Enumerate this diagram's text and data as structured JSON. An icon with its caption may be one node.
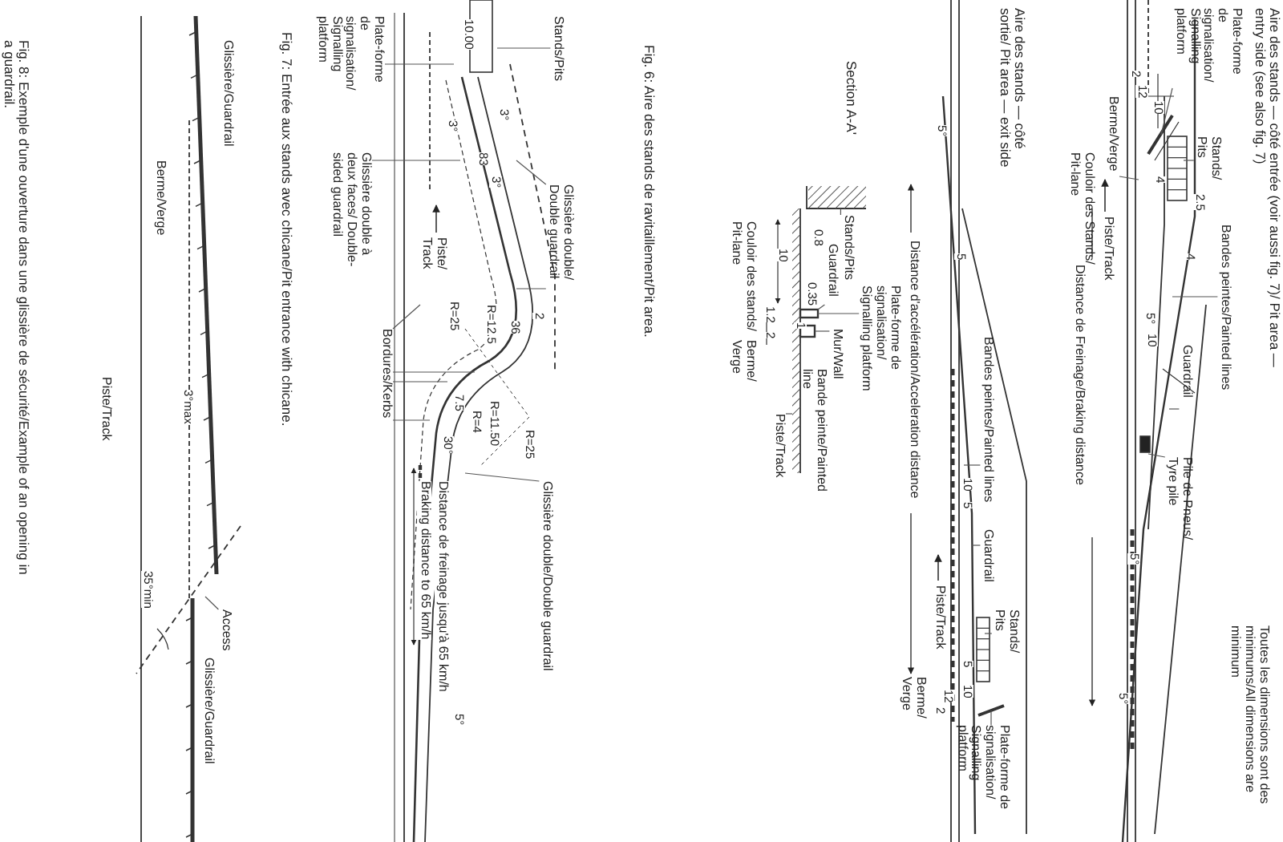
{
  "diagram": {
    "nodes": [
      {
        "text": [
          "Plate-forme de signalisation/ Signalling platform"
        ]
      },
      {
        "text": [
          "Stands/ Pits"
        ]
      },
      {
        "text": [
          "Bandes peintes/Painted lines"
        ]
      },
      {
        "text": [
          "Guardrail"
        ]
      },
      {
        "text": [
          "Pile de Pneus/ Tyre pile"
        ]
      },
      {
        "text": [
          "Berme/Verge"
        ]
      },
      {
        "text": [
          "Plate-forme de signalisation/ Signalling platform"
        ]
      },
      {
        "text": [
          "Bandes peintes/Painted lines"
        ]
      },
      {
        "text": [
          "Guardrail"
        ]
      },
      {
        "text": [
          "Stands/ Pits"
        ]
      },
      {
        "text": [
          "Stands/Pits"
        ]
      },
      {
        "text": [
          "Plate-forme de signalisation/ Signalling platform"
        ]
      },
      {
        "text": [
          "Guardrail"
        ]
      },
      {
        "text": [
          "Mur/Wall"
        ]
      },
      {
        "text": [
          "Bande peinte/Painted line"
        ]
      },
      {
        "text": [
          "Piste/Track"
        ]
      },
      {
        "text": [
          "Stands/Pits"
        ]
      },
      {
        "text": [
          "Glissière double/ Double guardrail"
        ]
      },
      {
        "text": [
          "Plate-forme de signalisation/ Signalling platform"
        ]
      },
      {
        "text": [
          "Glissière double à deux faces/ Double-sided guardrail"
        ]
      },
      {
        "text": [
          "Bordures/Kerbs"
        ]
      },
      {
        "text": [
          "Glissière double/Double guardrail"
        ]
      },
      {
        "text": [
          "Access"
        ]
      },
      {
        "text": [],
        "shape": "bar"
      },
      {
        "text": [],
        "shape": "box"
      },
      {
        "text": [],
        "shape": "box"
      },
      {
        "text": [],
        "shape": "bar"
      }
    ],
    "edges": [
      {
        "from": 0,
        "to": null,
        "arrow": "none"
      },
      {
        "from": 1,
        "to": null,
        "arrow": "none"
      },
      {
        "from": 2,
        "to": null,
        "arrow": "none"
      },
      {
        "from": 3,
        "to": null,
        "arrow": "none"
      },
      {
        "from": 4,
        "to": null,
        "arrow": "none"
      },
      {
        "from": 5,
        "to": null,
        "arrow": "none"
      },
      {
        "from": 6,
        "to": null,
        "arrow": "none"
      },
      {
        "from": 7,
        "to": null,
        "arrow": "none"
      },
      {
        "from": 8,
        "to": null,
        "arrow": "none"
      },
      {
        "from": 9,
        "to": null,
        "arrow": "none"
      },
      {
        "from": 10,
        "to": 23,
        "arrow": "none"
      },
      {
        "from": 11,
        "to": 24,
        "arrow": "none"
      },
      {
        "from": 12,
        "to": 24,
        "arrow": "none"
      },
      {
        "from": 13,
        "to": 25,
        "arrow": "none"
      },
      {
        "from": 14,
        "to": 26,
        "arrow": "none"
      },
      {
        "from": 15,
        "to": 26,
        "arrow": "none"
      },
      {
        "from": 16,
        "to": null,
        "arrow": "none"
      },
      {
        "from": 17,
        "to": null,
        "arrow": "none"
      },
      {
        "from": 17,
        "to": null,
        "arrow": "none"
      },
      {
        "from": 18,
        "to": null,
        "arrow": "none"
      },
      {
        "from": 19,
        "to": null,
        "arrow": "none"
      },
      {
        "from": 20,
        "to": null,
        "arrow": "none"
      },
      {
        "from": 20,
        "to": null,
        "arrow": "none"
      },
      {
        "from": 20,
        "to": null,
        "arrow": "none"
      },
      {
        "from": 20,
        "to": null,
        "arrow": "none"
      },
      {
        "from": 21,
        "to": null,
        "arrow": "none"
      },
      {
        "from": 22,
        "to": null,
        "arrow": "none"
      }
    ],
    "labels": [
      "Aire des stands — côté entrée (voir aussi fig. 7)/ Pit area — entry side (see also fig. 7)",
      "2",
      "12",
      "10",
      "4",
      "2.5",
      "4",
      "5°",
      "10",
      "Couloir des Stands/ Pit-lane",
      "Piste/Track",
      "Distance de Freinage/Braking distance",
      "5°",
      "5°",
      "Toutes les dimensions sont des minimums/All dimensions are minimum",
      "Aire des stands — côté sortie/ Pit area — exit side",
      "5°",
      "5",
      "Distance d'accélération/Acceleration distance",
      "10",
      "5",
      "5",
      "10",
      "12",
      "2",
      "Piste/Track",
      "Berme/ Verge",
      "Section A-A'",
      "0.8",
      "0.35",
      "1",
      "10",
      "1.2",
      "2",
      "Couloir des stands/ Pit-lane",
      "Berme/ Verge",
      "Fig. 6: Aire des stands de ravitaillement/Pit area.",
      "10.00",
      "3°",
      "83",
      "3°",
      "3°",
      "Piste/ Track",
      "R=25",
      "R=12.5",
      "36",
      "2",
      "7.5",
      "R=4",
      "R=11.50",
      "R=25",
      "30°",
      "Distance de freinage jusqu'à 65 km/h",
      "Braking distance to 65 km/h",
      "5°",
      "Fig. 7: Entrée aux stands avec chicane/Pit entrance with chicane.",
      "Glissière/Guardrail",
      "Berme/Verge",
      "3°max",
      "Piste/Track",
      "35°min",
      "Glissière/Guardrail",
      "Fig. 8: Exemple d'une ouverture dans une glissière de sécurité/Example of an opening in a guardrail."
    ]
  }
}
